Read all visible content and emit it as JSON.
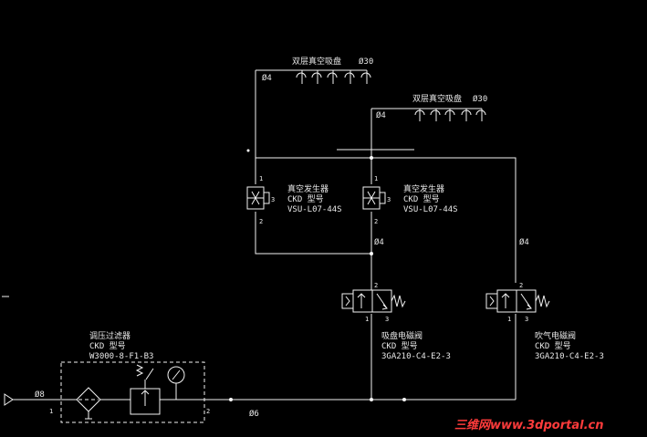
{
  "cup_group_left": {
    "label": "双层真空吸盘",
    "size": "Ø30",
    "pipe": "Ø4"
  },
  "cup_group_right": {
    "label": "双层真空吸盘",
    "size": "Ø30",
    "pipe": "Ø4"
  },
  "generator_left": {
    "name": "真空发生器",
    "maker": "CKD  型号",
    "model": "VSU-L07-44S",
    "port_top": "1",
    "port_side": "3",
    "port_bottom": "2"
  },
  "generator_right": {
    "name": "真空发生器",
    "maker": "CKD  型号",
    "model": "VSU-L07-44S",
    "port_top": "1",
    "port_side": "3",
    "port_bottom": "2"
  },
  "valve_suction": {
    "name": "吸盘电磁阀",
    "maker": "CKD  型号",
    "model": "3GA210-C4-E2-3",
    "port_in": "1",
    "port_out": "2",
    "port_exhaust": "3"
  },
  "valve_blow": {
    "name": "吹气电磁阀",
    "maker": "CKD  型号",
    "model": "3GA210-C4-E2-3",
    "port_in": "1",
    "port_out": "2",
    "port_exhaust": "3"
  },
  "regulator": {
    "name": "调压过滤器",
    "maker": "CKD  型号",
    "model": "W3000-8-F1-B3",
    "port_in": "1",
    "port_out": "2"
  },
  "pipes": {
    "supply": "Ø8",
    "main": "Ø6",
    "generator_feed": "Ø4",
    "blow_line": "Ø4"
  },
  "watermark": "三维网www.3dportal.cn"
}
